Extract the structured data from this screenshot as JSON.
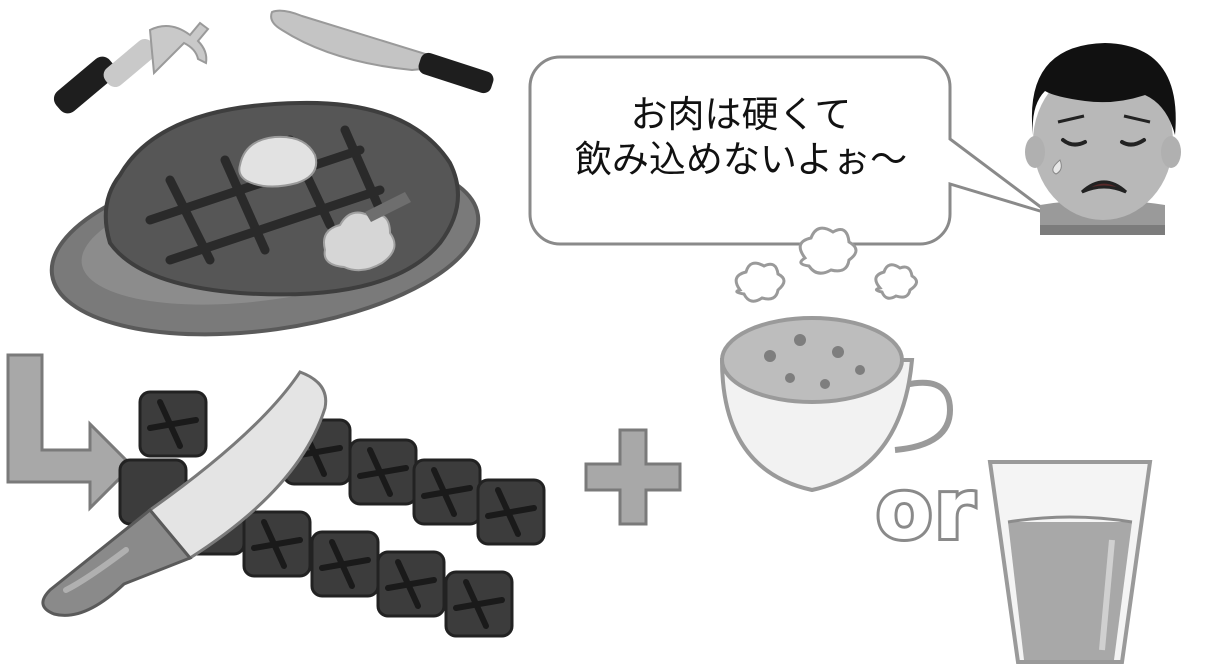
{
  "speech_bubble": {
    "line1": "お肉は硬くて",
    "line2": "飲み込めないよぉ〜"
  },
  "or_label": "or",
  "icons": {
    "fork": "fork-icon",
    "knife": "knife-icon",
    "steak": "steak-plate-icon",
    "boy": "worried-boy-icon",
    "arrow": "down-right-arrow-icon",
    "cubes": "meat-cubes-icon",
    "chef_knife": "chef-knife-icon",
    "plus": "plus-icon",
    "soup": "soup-cup-icon",
    "juice": "juice-glass-icon"
  },
  "colors": {
    "dark": "#3c3c3c",
    "mid": "#767676",
    "light": "#bdbdbd",
    "outline": "#8a8a8a"
  }
}
